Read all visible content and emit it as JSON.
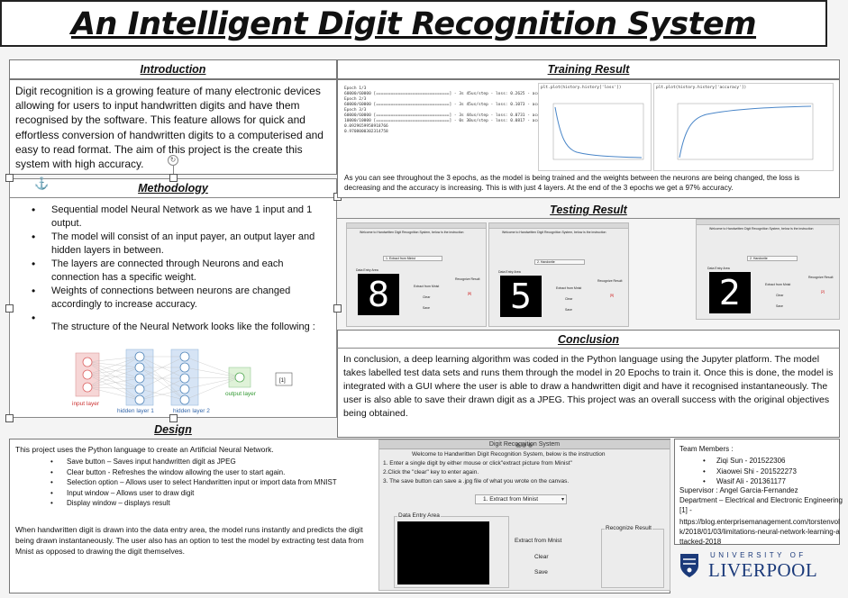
{
  "title": "An Intelligent Digit Recognition System",
  "introduction": {
    "heading": "Introduction",
    "text": "Digit recognition is a growing feature of many electronic devices allowing for users to input handwritten digits and have them recognised by the software. This feature allows for quick and effortless conversion of handwritten digits to a computerised and easy to read format. The aim of this project is the create this system with high accuracy."
  },
  "methodology": {
    "heading": "Methodology",
    "bullets": [
      "Sequential model Neural Network as we have 1 input and 1 output.",
      "The model will consist of an input payer, an output layer and hidden layers in between.",
      "The layers are connected through Neurons and each connection has a specific weight.",
      "Weights of connections between neurons are changed accordingly to increase accuracy.",
      ""
    ],
    "structure_text": "The structure of the Neural Network looks like the following :",
    "diagram": {
      "input_label": "input layer",
      "hidden1_label": "hidden layer 1",
      "hidden2_label": "hidden layer 2",
      "output_label": "output layer",
      "output_value": "[1]"
    }
  },
  "training": {
    "heading": "Training Result",
    "caption": "As you can see throughout the 3 epochs, as the model is being trained and the weights between the neurons are being changed, the loss is decreasing and the accuracy is increasing. This is with just 4 layers. At the end of the 3 epochs we get a 97% accuracy."
  },
  "testing": {
    "heading": "Testing Result",
    "window_title": "Digit Recognition System",
    "instruction_title": "Welcome to Handwritten Digit Recognition System, below is the instruction",
    "windows": [
      {
        "digit": "8",
        "select": "1. Extract from Minist",
        "result": "[8]"
      },
      {
        "digit": "5",
        "select": "2. Handwrite",
        "result": "[5]"
      },
      {
        "digit": "2",
        "select": "2. Handwrite",
        "result": "[2]"
      }
    ],
    "data_entry_label": "Data Entry Area",
    "recognize_label": "Recognize Result",
    "btn_extract": "Extract from Mnist",
    "btn_clear": "Clear",
    "btn_save": "Save"
  },
  "conclusion": {
    "heading": "Conclusion",
    "text": "In conclusion, a deep learning algorithm was coded in the Python language using the Jupyter platform. The model takes labelled test data sets and runs them through the model in 20 Epochs to train it. Once this is done, the model is integrated with a GUI where the user is able to draw a handwritten digit and have it recognised instantaneously. The user is also able to save their drawn digit as a JPEG. This project was an overall success with the original objectives being obtained."
  },
  "design": {
    "heading": "Design",
    "intro": "This project uses the Python language to create an Artificial  Neural Network.",
    "bullets": [
      "Save button – Saves input handwritten digit as JPEG",
      "Clear button - Refreshes the window allowing the user to start again.",
      "Selection option – Allows user to select Handwritten input or import data from MNIST",
      "Input window – Allows user to draw digit",
      "Display window – displays result"
    ],
    "footer": "When handwritten digit is drawn into the data entry area, the model runs instantly and predicts the digit being drawn instantaneously. The user also has an option to test the model by extracting test data from Mnist as opposed to drawing the digit themselves.",
    "gui": {
      "title": "Digit Recognition System",
      "welcome": "Welcome to Handwritten Digit Recognition System, below is the instruction",
      "step1": "1. Enter a single digit by either mouse or click\"extract picture from Minist\"",
      "step2": "2.Click the \"clear\" key to enter again.",
      "step3": "3. The save button can save a .jpg file of what you wrote on the canvas.",
      "select": "1. Extract from Minist",
      "data_entry": "Data Entry Area",
      "recognize": "Recognize Result",
      "btn_extract": "Extract from Mnist",
      "btn_clear": "Clear",
      "btn_save": "Save"
    }
  },
  "team": {
    "heading": "Team Members :",
    "members": [
      "Ziqi Sun - 201522306",
      "Xiaowei Shi - 201522273",
      "Wasif Ali - 201361177"
    ],
    "supervisor": "Supervisor : Angel Garcia-Fernandez",
    "department": "Department – Electrical and Electronic Engineering",
    "ref_mark": "[1] -",
    "reference": "https://blog.enterprisemanagement.com/torstenvolk/2018/01/03/limitations-neural-network-learning-attacked-2018"
  },
  "logo": {
    "line1": "UNIVERSITY OF",
    "line2": "LIVERPOOL"
  }
}
